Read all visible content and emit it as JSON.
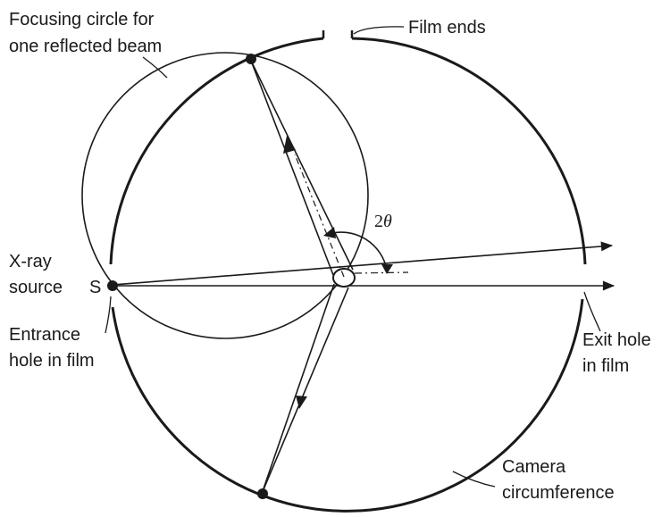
{
  "labels": {
    "focusing_circle_line1": "Focusing circle for",
    "focusing_circle_line2": "one reflected beam",
    "film_ends": "Film ends",
    "angle_coef": "2",
    "angle_symbol": "θ",
    "xray_line1": "X-ray",
    "xray_line2": "source",
    "source_letter": "S",
    "entrance_line1": "Entrance",
    "entrance_line2": "hole in film",
    "exit_line1": "Exit hole",
    "exit_line2": "in film",
    "camera_line1": "Camera",
    "camera_line2": "circumference"
  },
  "colors": {
    "ink": "#1a1a1a",
    "background": "#ffffff"
  }
}
